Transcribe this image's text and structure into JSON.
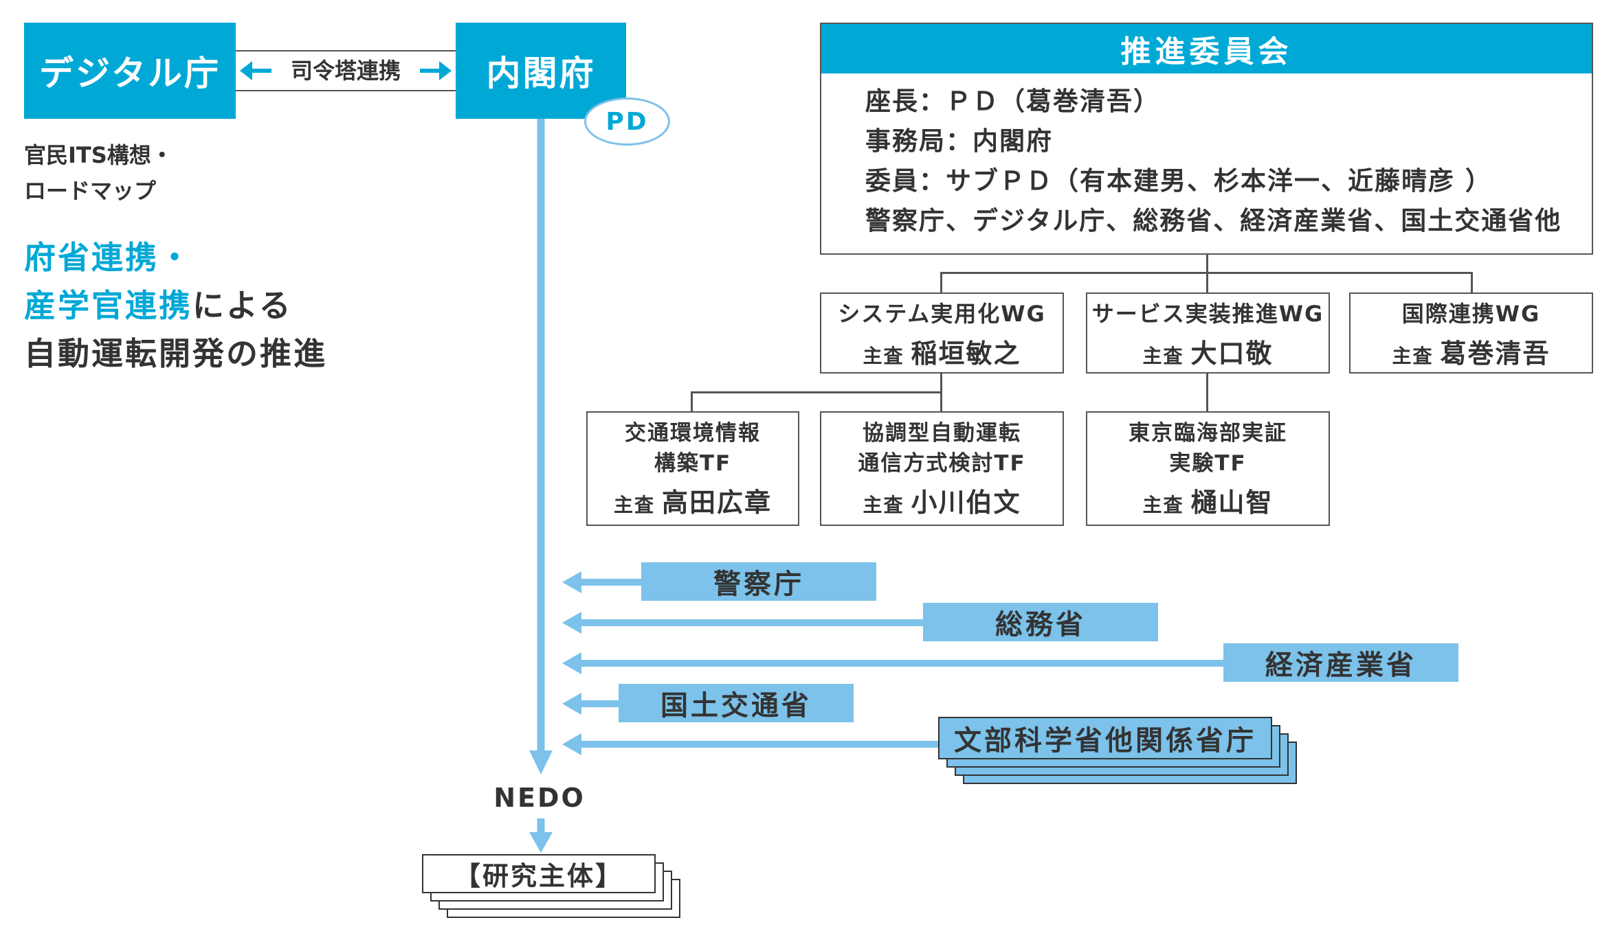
{
  "digital_agency": "デジタル庁",
  "coordination_label": "司令塔連携",
  "cabinet_office": "内閣府",
  "pd_label": "PD",
  "its_vision": [
    "官民ITS構想・",
    "ロードマップ"
  ],
  "main_text": {
    "line1_blue": "府省連携・",
    "line2_blue": "産学官連携",
    "line2_rest": "による",
    "line3": "自動運転開発の推進"
  },
  "committee": {
    "title": "推進委員会",
    "lines": [
      "座長：ＰＤ（葛巻清吾）",
      "事務局：内閣府",
      "委員：サブＰＤ（有本建男、杉本洋一、近藤晴彦 ）",
      "警察庁、デジタル庁、総務省、経済産業省、国土交通省他"
    ]
  },
  "wg": [
    {
      "title": "システム実用化WG",
      "chief_label": "主査",
      "chief": "稲垣敏之"
    },
    {
      "title": "サービス実装推進WG",
      "chief_label": "主査",
      "chief": "大口敬"
    },
    {
      "title": "国際連携WG",
      "chief_label": "主査",
      "chief": "葛巻清吾"
    }
  ],
  "tf": [
    {
      "line1": "交通環境情報",
      "line2": "構築TF",
      "chief_label": "主査",
      "chief": "高田広章"
    },
    {
      "line1": "協調型自動運転",
      "line2": "通信方式検討TF",
      "chief_label": "主査",
      "chief": "小川伯文"
    },
    {
      "line1": "東京臨海部実証",
      "line2": "実験TF",
      "chief_label": "主査",
      "chief": "樋山智"
    }
  ],
  "ministries": [
    "警察庁",
    "総務省",
    "経済産業省",
    "国土交通省",
    "文部科学省他関係省庁"
  ],
  "nedo": "NEDO",
  "research_entity": "【研究主体】",
  "colors": {
    "cyan": "#00a8d6",
    "light_blue": "#7cc2ea",
    "text_dark": "#333333",
    "line_gray": "#555555"
  }
}
